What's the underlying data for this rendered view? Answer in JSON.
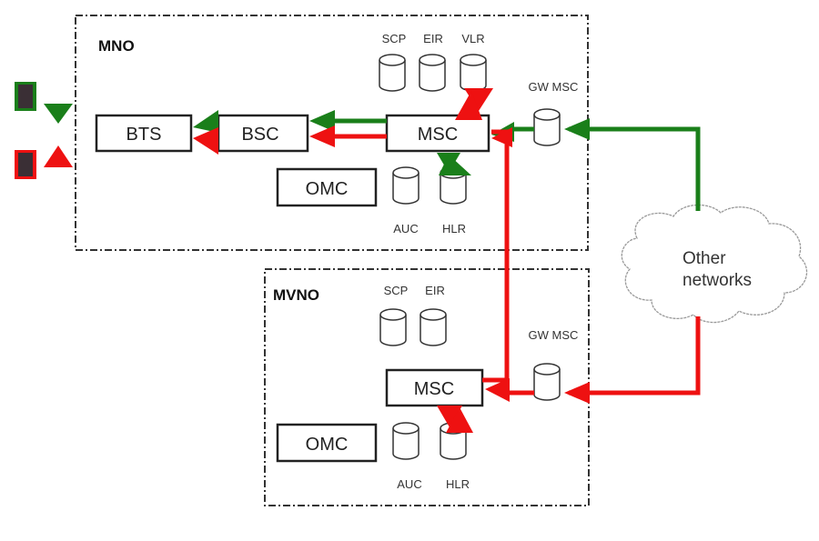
{
  "colors": {
    "green": "#1a7f1a",
    "red": "#ee1111",
    "box_stroke": "#222222",
    "frame": "#333333"
  },
  "mno": {
    "title": "MNO",
    "bts": "BTS",
    "bsc": "BSC",
    "msc": "MSC",
    "omc": "OMC",
    "db_labels": {
      "scp": "SCP",
      "eir": "EIR",
      "vlr": "VLR",
      "auc": "AUC",
      "hlr": "HLR"
    },
    "gw_msc": "GW MSC"
  },
  "mvno": {
    "title": "MVNO",
    "msc": "MSC",
    "omc": "OMC",
    "db_labels": {
      "scp": "SCP",
      "eir": "EIR",
      "auc": "AUC",
      "hlr": "HLR"
    },
    "gw_msc": "GW MSC"
  },
  "cloud": {
    "line1": "Other",
    "line2": "networks"
  }
}
